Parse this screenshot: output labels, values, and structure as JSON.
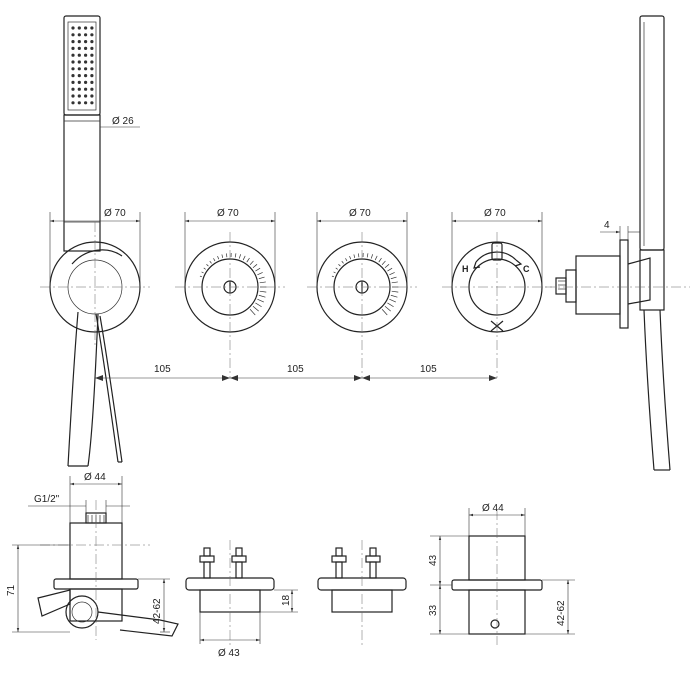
{
  "dimensions": {
    "d_handshower": "Ø 26",
    "d_plate_1": "Ø 70",
    "d_plate_2": "Ø 70",
    "d_plate_3": "Ø 70",
    "d_plate_4": "Ø 70",
    "spacing_1": "105",
    "spacing_2": "105",
    "spacing_3": "105",
    "projection": "4",
    "d_body_1": "Ø 44",
    "d_body_2": "Ø 44",
    "d_body_3": "Ø 43",
    "thread": "G1/2\"",
    "height_total": "71",
    "depth_range_1": "42-62",
    "depth_range_2": "42-62",
    "depth_body": "18",
    "handle_upper": "43",
    "handle_lower": "33"
  },
  "markings": {
    "hot": "H",
    "cold": "C"
  }
}
